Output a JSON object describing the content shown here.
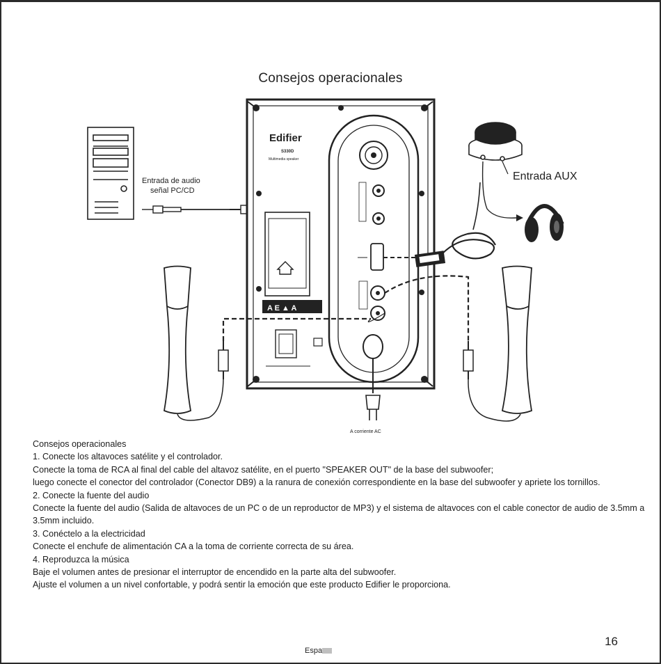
{
  "page": {
    "title": "Consejos operacionales",
    "page_number": "16",
    "footer_language": "Espa"
  },
  "diagram": {
    "brand_name": "Edifier",
    "brand_model": "S330D",
    "brand_subtitle": "Multimedia speaker",
    "label_audio_input_line1": "Entrada de audio",
    "label_audio_input_line2": "señal PC/CD",
    "label_aux_input": "Entrada AUX",
    "label_ac_power": "A corriente AC",
    "warning_label": "A E ▲ A"
  },
  "instructions": {
    "heading": "Consejos operacionales",
    "steps": [
      {
        "title": "1. Conecte los altavoces satélite y el controlador.",
        "lines": [
          "Conecte la toma de RCA al final del cable del altavoz satélite, en el puerto \"SPEAKER OUT\" de la base del subwoofer;",
          "luego conecte el conector del controlador (Conector DB9) a la ranura de conexión correspondiente en la base del subwoofer y apriete los tornillos."
        ]
      },
      {
        "title": "2. Conecte la fuente del audio",
        "lines": [
          "Conecte la fuente del audio (Salida de altavoces de un PC o de un reproductor de MP3) y el sistema de altavoces con el cable conector de audio de 3.5mm a 3.5mm incluido."
        ]
      },
      {
        "title": "3. Conéctelo a la electricidad",
        "lines": [
          "Conecte el enchufe de alimentación CA a la toma de corriente correcta de su área."
        ]
      },
      {
        "title": "4. Reproduzca la música",
        "lines": [
          "Baje el volumen antes de presionar el interruptor de encendido en la parte alta del subwoofer.",
          "Ajuste el volumen a un nivel confortable, y podrá sentir la emoción que este producto Edifier le proporciona."
        ]
      }
    ]
  }
}
